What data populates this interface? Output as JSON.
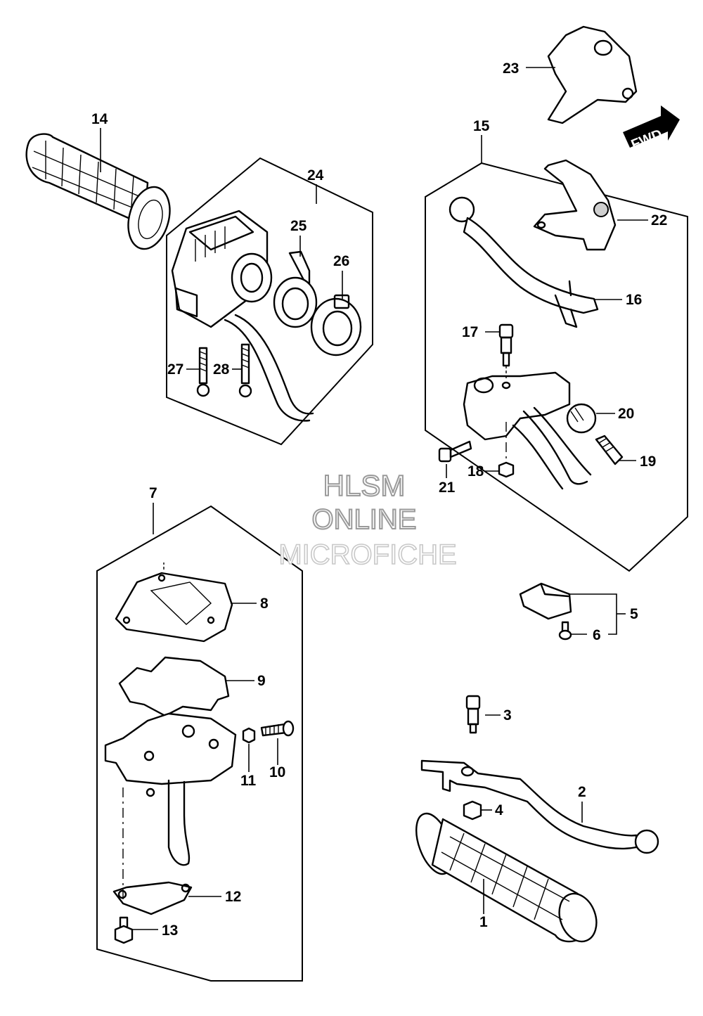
{
  "watermark": {
    "line1": "HLSM",
    "line2": "ONLINE",
    "line3": "MICROFICHE"
  },
  "direction_badge": "FWD",
  "callouts": {
    "c1": "1",
    "c2": "2",
    "c3": "3",
    "c4": "4",
    "c5": "5",
    "c6": "6",
    "c7": "7",
    "c8": "8",
    "c9": "9",
    "c10": "10",
    "c11": "11",
    "c12": "12",
    "c13": "13",
    "c14": "14",
    "c15": "15",
    "c16": "16",
    "c17": "17",
    "c18": "18",
    "c19": "19",
    "c20": "20",
    "c21": "21",
    "c22": "22",
    "c23": "23",
    "c24": "24",
    "c25": "25",
    "c26": "26",
    "c27": "27",
    "c28": "28"
  }
}
